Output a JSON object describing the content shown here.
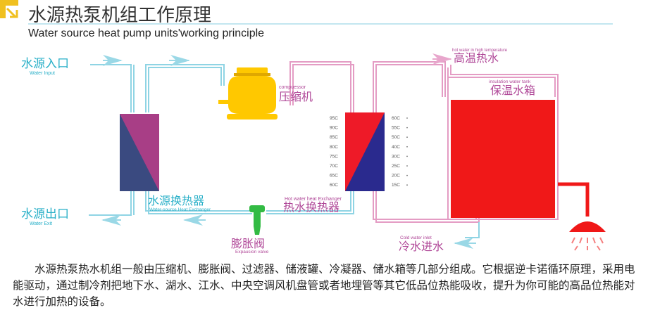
{
  "header": {
    "title_cn": "水源热泵机组工作原理",
    "title_en": "Water source heat pump units'working principle"
  },
  "labels": {
    "water_inlet_cn": "水源入口",
    "water_inlet_en": "Water Input",
    "water_exit_cn": "水源出口",
    "water_exit_en": "Water Exit",
    "compressor_en": "compuessor",
    "compressor_cn": "压缩机",
    "water_hx_cn": "水源换热器",
    "water_hx_en": "Water-source Heat Exchanger",
    "expansion_cn": "膨胀阀",
    "expansion_en": "Expausion valve",
    "hot_hx_en": "Hot water heat Exchanger",
    "hot_hx_cn": "热水换热器",
    "hot_water_en": "hot water in high temperature",
    "hot_water_cn": "高温热水",
    "tank_en": "insulation water tank",
    "tank_cn": "保温水箱",
    "cold_inlet_en": "Cold water inlet",
    "cold_inlet_cn": "冷水进水"
  },
  "temp_scale": {
    "left": [
      "95C",
      "90C",
      "85C",
      "80C",
      "75C",
      "70C",
      "65C",
      "60C"
    ],
    "right": [
      "60C",
      "55C",
      "50C",
      "40C",
      "30C",
      "25C",
      "20C",
      "15C"
    ]
  },
  "colors": {
    "heading": "#333333",
    "accent_yellow": "#f0c020",
    "cyan_label": "#2ab0c8",
    "magenta_label": "#b04898",
    "tank_red": "#f01818",
    "compressor_yellow": "#ffc800",
    "valve_green": "#33bb44",
    "hx_navy": "#2a2a8e",
    "hx_purple": "#a83e86",
    "hx_slate": "#3a4a80",
    "pipe_cyan": "#8fd4e4",
    "pipe_pink": "#e49cc4"
  },
  "description": "水源热泵热水机组一般由压缩机、膨胀阀、过滤器、储液罐、冷凝器、储水箱等几部分组成。它根据逆卡诺循环原理，采用电能驱动，通过制冷剂把地下水、湖水、江水、中央空调风机盘管或者地埋管等其它低品位热能吸收，提升为你可能的高品位热能对水进行加热的设备。"
}
